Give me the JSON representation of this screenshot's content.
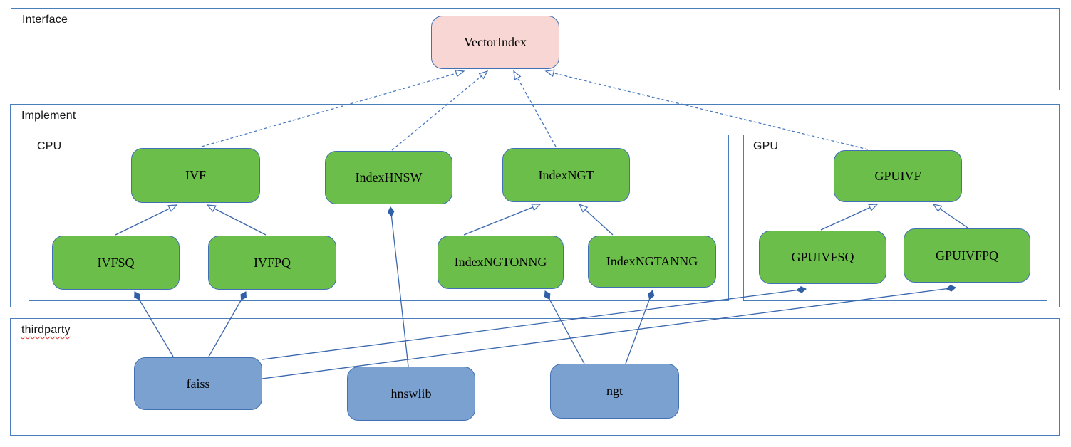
{
  "diagram": {
    "containers": {
      "interface": {
        "label": "Interface"
      },
      "implement": {
        "label": "Implement"
      },
      "cpu": {
        "label": "CPU"
      },
      "gpu": {
        "label": "GPU"
      },
      "thirdparty": {
        "label": "thirdparty"
      }
    },
    "nodes": {
      "vectorindex": {
        "label": "VectorIndex",
        "kind": "interface",
        "section": "Interface"
      },
      "ivf": {
        "label": "IVF",
        "kind": "class",
        "section": "Implement/CPU"
      },
      "indexhnsw": {
        "label": "IndexHNSW",
        "kind": "class",
        "section": "Implement/CPU"
      },
      "indexngt": {
        "label": "IndexNGT",
        "kind": "class",
        "section": "Implement/CPU"
      },
      "ivfsq": {
        "label": "IVFSQ",
        "kind": "class",
        "section": "Implement/CPU"
      },
      "ivfpq": {
        "label": "IVFPQ",
        "kind": "class",
        "section": "Implement/CPU"
      },
      "indexngtonng": {
        "label": "IndexNGTONNG",
        "kind": "class",
        "section": "Implement/CPU"
      },
      "indexngtanng": {
        "label": "IndexNGTANNG",
        "kind": "class",
        "section": "Implement/CPU"
      },
      "gpuivf": {
        "label": "GPUIVF",
        "kind": "class",
        "section": "Implement/GPU"
      },
      "gpuivfsq": {
        "label": "GPUIVFSQ",
        "kind": "class",
        "section": "Implement/GPU"
      },
      "gpuivfpq": {
        "label": "GPUIVFPQ",
        "kind": "class",
        "section": "Implement/GPU"
      },
      "faiss": {
        "label": "faiss",
        "kind": "library",
        "section": "thirdparty"
      },
      "hnswlib": {
        "label": "hnswlib",
        "kind": "library",
        "section": "thirdparty"
      },
      "ngt": {
        "label": "ngt",
        "kind": "library",
        "section": "thirdparty"
      }
    },
    "relations": [
      {
        "from": "IVF",
        "to": "VectorIndex",
        "type": "realization"
      },
      {
        "from": "IndexHNSW",
        "to": "VectorIndex",
        "type": "realization"
      },
      {
        "from": "IndexNGT",
        "to": "VectorIndex",
        "type": "realization"
      },
      {
        "from": "GPUIVF",
        "to": "VectorIndex",
        "type": "realization"
      },
      {
        "from": "IVFSQ",
        "to": "IVF",
        "type": "generalization"
      },
      {
        "from": "IVFPQ",
        "to": "IVF",
        "type": "generalization"
      },
      {
        "from": "IndexNGTONNG",
        "to": "IndexNGT",
        "type": "generalization"
      },
      {
        "from": "IndexNGTANNG",
        "to": "IndexNGT",
        "type": "generalization"
      },
      {
        "from": "GPUIVFSQ",
        "to": "GPUIVF",
        "type": "generalization"
      },
      {
        "from": "GPUIVFPQ",
        "to": "GPUIVF",
        "type": "generalization"
      },
      {
        "from": "IVFSQ",
        "to": "faiss",
        "type": "composition"
      },
      {
        "from": "IVFPQ",
        "to": "faiss",
        "type": "composition"
      },
      {
        "from": "GPUIVFSQ",
        "to": "faiss",
        "type": "composition"
      },
      {
        "from": "GPUIVFPQ",
        "to": "faiss",
        "type": "composition"
      },
      {
        "from": "IndexHNSW",
        "to": "hnswlib",
        "type": "composition"
      },
      {
        "from": "IndexNGTONNG",
        "to": "ngt",
        "type": "composition"
      },
      {
        "from": "IndexNGTANNG",
        "to": "ngt",
        "type": "composition"
      }
    ],
    "colors": {
      "interface_fill": "#f8d6d3",
      "class_fill": "#6cbe4a",
      "library_fill": "#7ba1d1",
      "node_border": "#4170b4",
      "container_border": "#4a7ebb",
      "edge_solid": "#3a67ad",
      "edge_dashed": "#4a79c0",
      "spellcheck": "#d9352a"
    }
  }
}
